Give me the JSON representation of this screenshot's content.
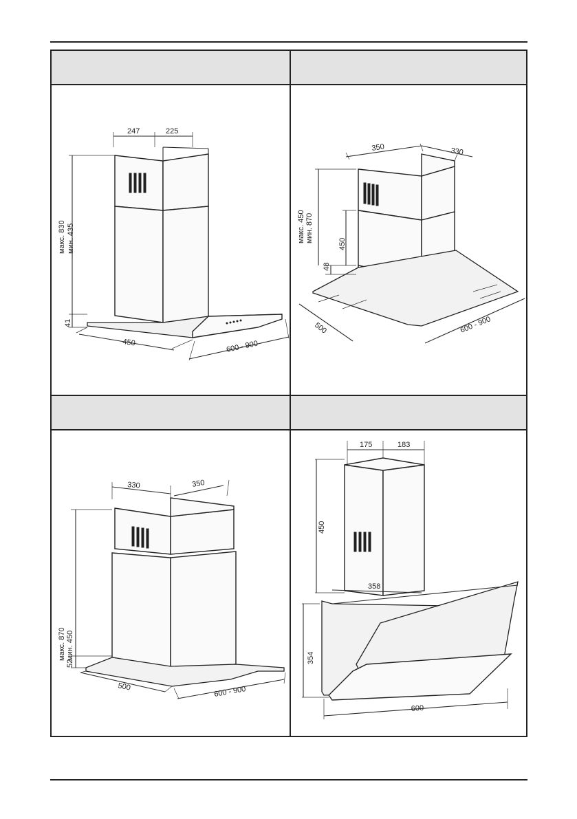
{
  "diagrams": [
    {
      "title": "",
      "dims": {
        "top_left": "247",
        "top_right": "225",
        "height_max": "макс. 830",
        "height_min": "мин. 435",
        "base": "41",
        "depth": "450",
        "width": "600 - 900"
      }
    },
    {
      "title": "",
      "dims": {
        "top_left": "350",
        "top_right": "330",
        "height_max": "макс. 450",
        "height_min": "мин. 870",
        "lower": "450",
        "base": "48",
        "depth": "500",
        "width": "600 - 900"
      }
    },
    {
      "title": "",
      "dims": {
        "top_left": "330",
        "top_right": "350",
        "height_max": "макс. 870",
        "height_min": "мин. 450",
        "base": "52",
        "depth": "500",
        "width": "600 - 900"
      }
    },
    {
      "title": "",
      "dims": {
        "top_left": "175",
        "top_right": "183",
        "height": "450",
        "chimney_width": "358",
        "body_height": "354",
        "width": "600"
      }
    }
  ]
}
